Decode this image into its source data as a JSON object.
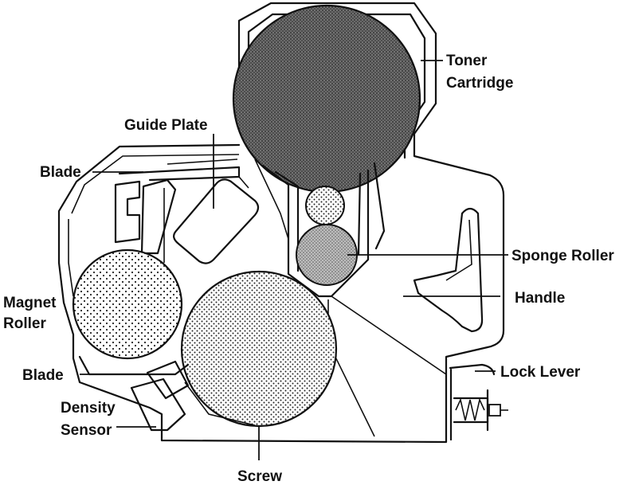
{
  "labels": {
    "toner_cartridge_line1": "Toner",
    "toner_cartridge_line2": "Cartridge",
    "guide_plate": "Guide Plate",
    "blade_top": "Blade",
    "magnet_roller_line1": "Magnet",
    "magnet_roller_line2": "Roller",
    "blade_bottom": "Blade",
    "density_sensor_line1": "Density",
    "density_sensor_line2": "Sensor",
    "screw": "Screw",
    "sponge_roller": "Sponge Roller",
    "handle": "Handle",
    "lock_lever": "Lock Lever"
  }
}
